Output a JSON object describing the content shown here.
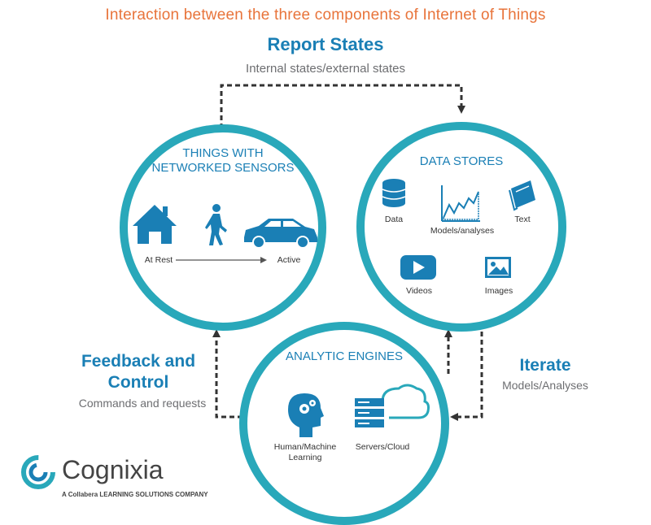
{
  "title": "Interaction between the three components of Internet of Things",
  "report_states": {
    "heading": "Report States",
    "sub": "Internal states/external states"
  },
  "feedback": {
    "heading_line1": "Feedback and",
    "heading_line2": "Control",
    "sub": "Commands and requests"
  },
  "iterate": {
    "heading": "Iterate",
    "sub": "Models/Analyses"
  },
  "things": {
    "title_line1": "THINGS WITH",
    "title_line2": "NETWORKED SENSORS",
    "at_rest": "At Rest",
    "active": "Active",
    "icons": [
      "house-icon",
      "walking-person-icon",
      "car-icon"
    ]
  },
  "data_stores": {
    "title": "DATA STORES",
    "items": [
      "Data",
      "Models/analyses",
      "Text",
      "Videos",
      "Images"
    ],
    "icons": [
      "database-icon",
      "chart-icon",
      "book-icon",
      "video-icon",
      "image-icon"
    ]
  },
  "analytic": {
    "title": "ANALYTIC ENGINES",
    "human_line1": "Human/Machine",
    "human_line2": "Learning",
    "servers": "Servers/Cloud",
    "icons": [
      "head-gears-icon",
      "server-cloud-icon"
    ]
  },
  "brand": {
    "name": "Cognixia",
    "tagline": "A Collabera LEARNING SOLUTIONS COMPANY"
  },
  "colors": {
    "teal": "#29a8ba",
    "blue": "#1a7fb5",
    "orange": "#e8743b",
    "grey": "#6d6e71",
    "dark": "#333333"
  }
}
